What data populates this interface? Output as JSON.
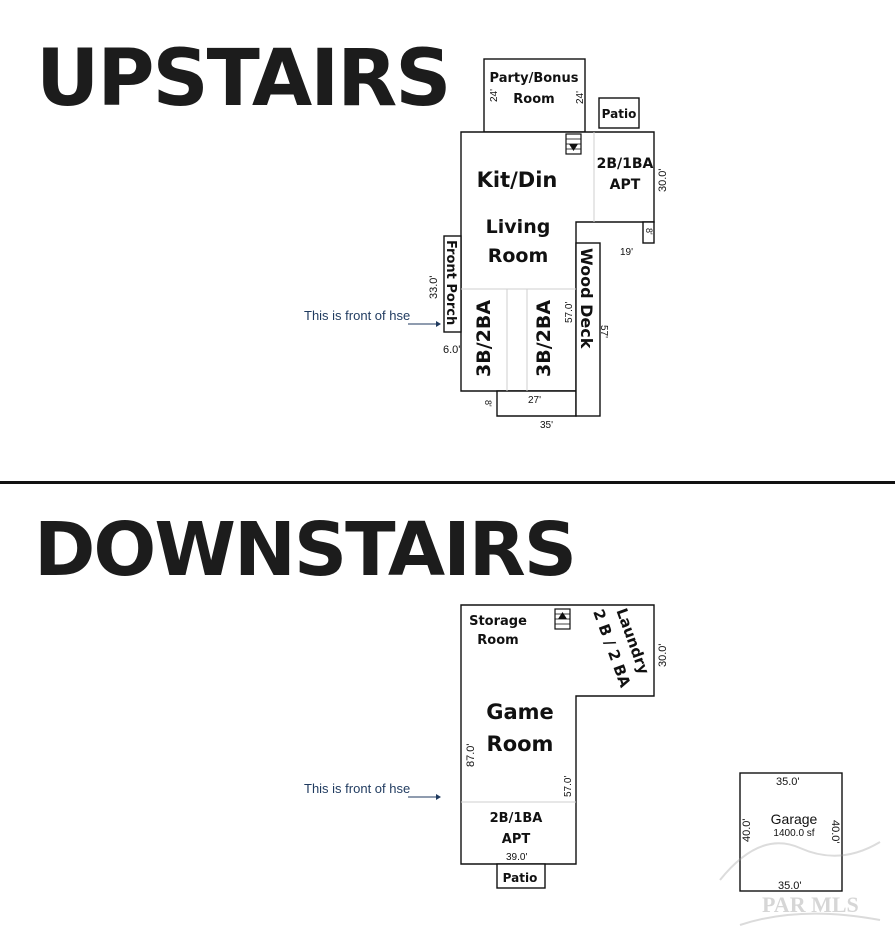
{
  "headings": {
    "upstairs": "UPSTAIRS",
    "downstairs": "DOWNSTAIRS"
  },
  "upstairs": {
    "party_room": "Party/Bonus",
    "party_room_2": "Room",
    "party_dim_left": "24'",
    "party_dim_right": "24'",
    "patio": "Patio",
    "kit_din": "Kit/Din",
    "living_1": "Living",
    "living_2": "Room",
    "apt_1": "2B/1BA",
    "apt_2": "APT",
    "apt_dim": "30.0'",
    "apt_dim_small": "8'",
    "apt_dim_bottom": "19'",
    "front_porch": "Front Porch",
    "porch_dim": "33.0'",
    "porch_width": "6.0'",
    "bed_a": "3B/2BA",
    "bed_b": "3B/2BA",
    "wood_deck": "Wood Deck",
    "deck_dim": "57'",
    "inner_dim": "57.0'",
    "bottom_dim_inner": "27'",
    "bottom_dim_outer": "35'",
    "bottom_dim_small": "8'",
    "front_note": "This is front of hse"
  },
  "downstairs": {
    "storage_1": "Storage",
    "storage_2": "Room",
    "laundry_1": "Laundry",
    "laundry_2": "2 B / 2 BA",
    "laundry_dim": "30.0'",
    "game_1": "Game",
    "game_2": "Room",
    "left_dim": "87.0'",
    "inner_dim": "57.0'",
    "apt_1": "2B/1BA",
    "apt_2": "APT",
    "apt_dim": "39.0'",
    "patio": "Patio",
    "front_note": "This is front of hse",
    "garage": "Garage",
    "garage_area": "1400.0 sf",
    "garage_top": "35.0'",
    "garage_bottom": "35.0'",
    "garage_left": "40.0'",
    "garage_right": "40.0'"
  },
  "watermark": "PAR MLS"
}
